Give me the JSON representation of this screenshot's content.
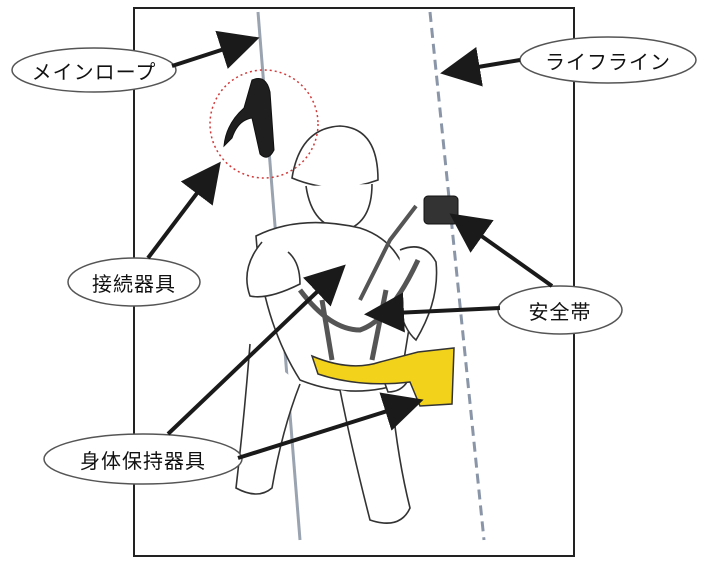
{
  "labels": {
    "main_rope": "メインロープ",
    "lifeline": "ライフライン",
    "connector": "接続器具",
    "safety_belt": "安全帯",
    "body_holder": "身体保持器具"
  },
  "colors": {
    "line": "#1a1a1a",
    "rope": "#9aa3b0",
    "lifeline_dash": "#8a96a8",
    "harness_yellow": "#f2d21b",
    "highlight_circle": "#d23a3a",
    "frame": "#222222"
  }
}
